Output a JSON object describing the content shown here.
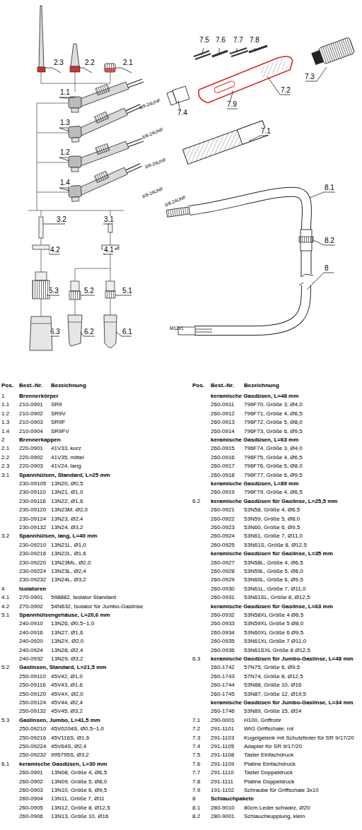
{
  "diagram": {
    "labels": [
      "2.3",
      "2.2",
      "2.1",
      "1.1",
      "3/8-24UNF",
      "1.3",
      "3/8-24UNF",
      "1.2",
      "3/8-24UNF",
      "1.4",
      "3/8-24UNF",
      "3.2",
      "3.1",
      "4.2",
      "4.1",
      "5.3",
      "5.2",
      "5.1",
      "6.3",
      "6.2",
      "6.1",
      "7.5",
      "7.6",
      "7.7",
      "7.8",
      "7.3",
      "7.2",
      "7.9",
      "7.4",
      "7.1",
      "8.1",
      "8.2",
      "8",
      "3/8-24UNF",
      "M12x1",
      "Pos.",
      "Best.-Nr.",
      "Bezeichnung",
      "Pos.",
      "Best.-Nr.",
      "Bezeichnung",
      "1",
      "Brennerkörper",
      "1.1",
      "210-0901",
      "SR9",
      "1.2",
      "210-0902",
      "SR9V",
      "1.3",
      "210-0903",
      "SR9F",
      "1.4",
      "210-0904",
      "SR9FV",
      "2",
      "Brennerkappen",
      "2.1",
      "220-0901",
      "41V33, kurz",
      "2.2",
      "220-0902",
      "41V35, mittel",
      "2.3",
      "220-0903",
      "41V24, lang",
      "3.1",
      "Spannhülsen, Standard, L=25 mm",
      "230-09105",
      "13N20, Ø0,5",
      "230-09110",
      "13N21, Ø1,0",
      "230-09116",
      "13N22, Ø1,6",
      "230-09120",
      "13N23M, Ø2,0",
      "230-09124",
      "13N23, Ø2,4",
      "230-09132",
      "13N24, Ø3,2",
      "3.2",
      "Spannhülsen, lang, L=40 mm",
      "230-09210",
      "13N21L, Ø1,0",
      "230-09216",
      "13N22L, Ø1,6",
      "230-09220",
      "13N23ML, Ø2,0",
      "230-09224",
      "13N23L, Ø2,4",
      "230-09232",
      "13N24L, Ø3,2",
      "4",
      "Isolatoren",
      "4.1",
      "270-0901",
      "598882, Isolator Standard",
      "4.2",
      "270-0902",
      "54N632, Isolator für Jumbo-Gaslinse",
      "5.1",
      "Spannhülsengehäuse, L=20,6 mm",
      "240-0910",
      "13N26, Ø0,5~1,0",
      "240-0916",
      "13N27, Ø1,6",
      "240-0920",
      "13N2X, Ø2,0",
      "240-0924",
      "13N28, Ø2,4",
      "240-0932",
      "13N29, Ø3,2",
      "5.2",
      "Gaslinsen, Standard, L=21,5 mm",
      "250-09110",
      "45V42, Ø1,0",
      "250-09116",
      "45V43, Ø1,6",
      "250-09120",
      "45V4X, Ø2,0",
      "250-09124",
      "45V44, Ø2,4",
      "250-09132",
      "45V45, Ø3,2",
      "5.3",
      "Gaslinsen, Jumbo, L=41,5 mm",
      "250-09210",
      "45V0204S, Ø0,5~1,0",
      "250-09216",
      "45V116S, Ø1,6",
      "250-09224",
      "45V64S, Ø2,4",
      "250-09232",
      "995795S, Ø3,2",
      "6.1",
      "keramische Gasdüsen, L=30 mm",
      "260-0901",
      "13N08, Größe 4, Ø6,5",
      "260-0902",
      "13N09, Größe 5, Ø8,0",
      "260-0903",
      "13N10, Größe 6, Ø9,5",
      "260-0904",
      "13N11, Größe 7, Ø11",
      "260-0905",
      "13N12, Größe 8, Ø12,5",
      "260-0906",
      "13N13, Größe 10, Ø16",
      "keramische Gasdüsen, L=48 mm",
      "260-0911",
      "796F70, Größe 3, Ø4,0",
      "260-0912",
      "796F71, Größe 4, Ø6,5",
      "260-0913",
      "796F72, Größe 5, Ø8,0",
      "260-0914",
      "796F73, Größe 6, Ø9,5",
      "keramische Gasdüsen, L=63 mm",
      "260-0915",
      "796F74, Größe 3, Ø4,0",
      "260-0916",
      "796F75, Größe 4, Ø6,5",
      "260-0917",
      "796F76, Größe 5, Ø8,0",
      "260-0918",
      "796F77, Größe 6, Ø9,5",
      "keramische Gasdüsen, L=89 mm",
      "260-0919",
      "796F79, Größe 4, Ø6,5",
      "6.2",
      "keramische Gasdüsen für Gaslinse, L=25,5 mm",
      "260-0921",
      "53N58, Größe 4, Ø6,5",
      "260-0922",
      "53N59, Größe 5, Ø8,0",
      "260-0923",
      "53N60, Größe 6, Ø9,5",
      "260-0924",
      "53N61, Größe 7, Ø11,0",
      "260-0925",
      "53N61S, Größe 8, Ø12,5",
      "keramische Gasdüsen für Gaslinse, L=35 mm",
      "260-0927",
      "53N58L, Größe 4, Ø6,5",
      "260-0928",
      "53N59L, Größe 5, Ø8,0",
      "260-0929",
      "53N60L, Größe 6, Ø9,5",
      "260-0930",
      "53N61L, Größe 7, Ø11,0",
      "260-0931",
      "53N61SL, Größe 8, Ø12,5",
      "keramische Gasdüsen für Gaslinse, L=63 mm",
      "260-0932",
      "53N58XL Größe 4 Ø6,5",
      "260-0933",
      "53N59XL Größe 5 Ø8,0",
      "260-0934",
      "53N60XL Größe 6 Ø9,5",
      "260-0935",
      "53N61XL Größe 7 Ø11,0",
      "260-0936",
      "53N61SXL Größe 8 Ø12,5",
      "6.3",
      "keramische Gasdüsen für Jumbo-Gaslinse, L=48 mm",
      "260-1742",
      "57N75, Größe 6, Ø9,5",
      "260-1743",
      "57N74, Größe 8, Ø12,5",
      "260-1744",
      "53N88, Größe 10, Ø16",
      "260-1745",
      "53N87, Größe 12, Ø19,5",
      "keramische Gasdüsen für Jumbo-Gaslinse, L=34 mm",
      "260-1746",
      "53N89, Größe 15, Ø24",
      "7.1",
      "290-0001",
      "H100, Griffrohr",
      "7.2",
      "291-1101",
      "WIG Griffschale, rot",
      "7.3",
      "291-1103",
      "Kugelgelenk mit Schutzfeder für SR 9/17/20",
      "7.4",
      "291-1105",
      "Adapter für SR 9/17/20",
      "7.5",
      "291-1108",
      "Taster Einfachdruck",
      "7.6",
      "291-1109",
      "Platine Einfachdruck",
      "7.7",
      "291-1110",
      "Taster Doppeldruck",
      "7.8",
      "291-1111",
      "Platine Doppeldruck",
      "7.9",
      "191-1102",
      "Schraube für Griffschale 3x10",
      "8",
      "Schlauchpakete",
      "8.1",
      "280-9010",
      "80cm Leder schwarz, Ø20",
      "8.2",
      "280-9001",
      "Schlauchkupplung, klein"
    ]
  }
}
